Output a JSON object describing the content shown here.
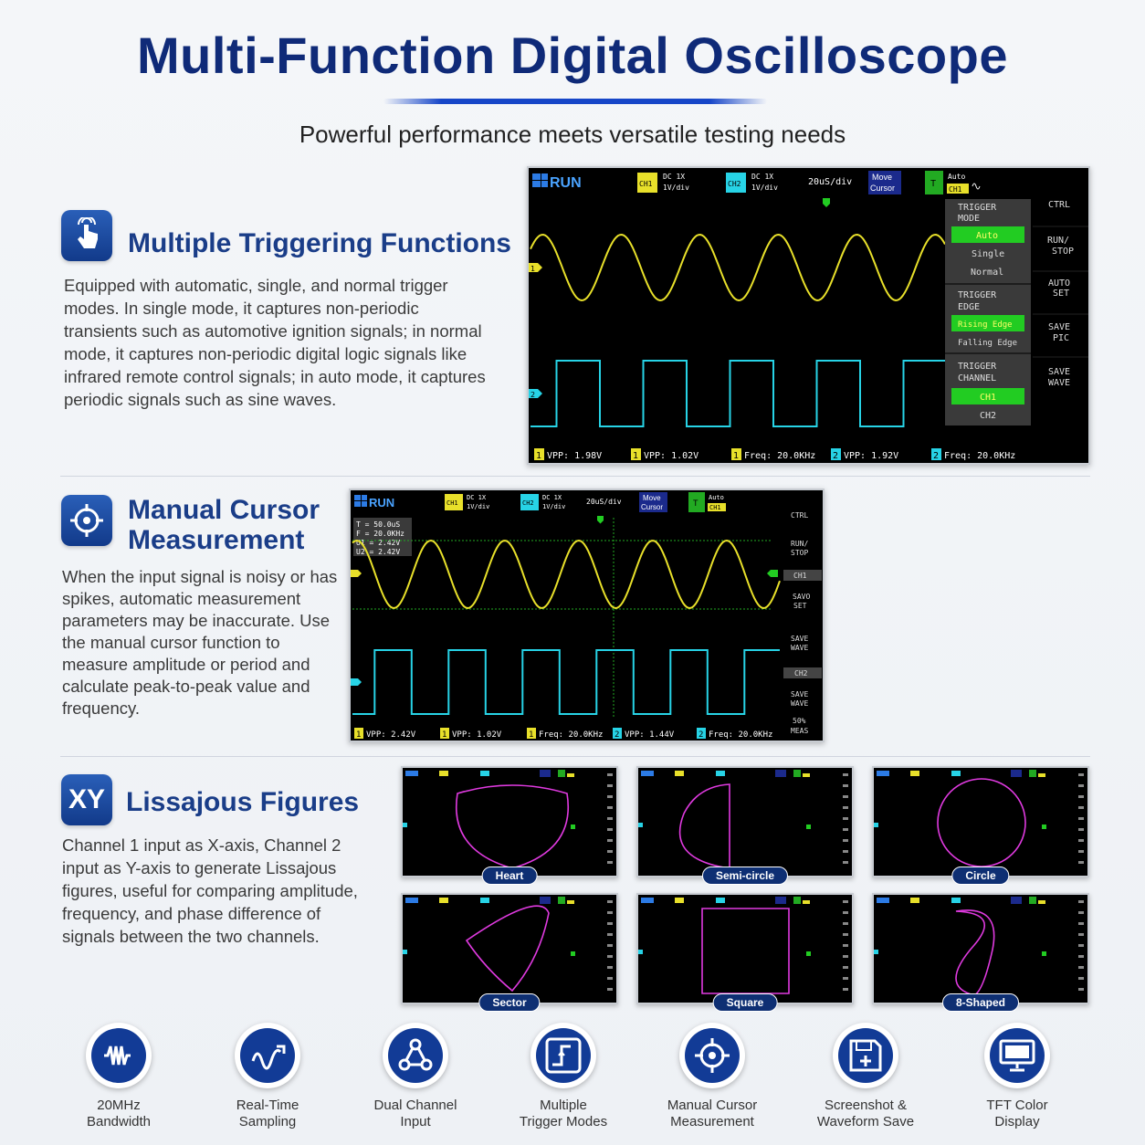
{
  "header": {
    "title": "Multi-Function Digital Oscilloscope",
    "subtitle": "Powerful performance meets versatile testing needs"
  },
  "colors": {
    "accent": "#1a3d88",
    "icon_bg": "#123b96",
    "ch1": "#e8e02a",
    "ch2": "#27d3e6",
    "xy": "#e03ae0",
    "menu_active": "#22cc22"
  },
  "sections": {
    "trigger": {
      "icon": "pointer-hand-icon",
      "title": "Multiple Triggering Functions",
      "body": "Equipped with automatic, single, and normal trigger modes. In single mode, it captures non-periodic transients such as automotive ignition signals; in normal mode, it captures non-periodic digital logic signals like infrared remote control signals; in auto mode, it captures periodic signals such as sine waves."
    },
    "cursor": {
      "icon": "crosshair-icon",
      "title_line1": "Manual Cursor",
      "title_line2": "Measurement",
      "body": "When the input signal is noisy or has spikes, automatic measurement parameters may be inaccurate. Use the manual cursor function to measure amplitude or period and calculate peak-to-peak value and frequency."
    },
    "lissajous": {
      "icon_text": "XY",
      "title": "Lissajous Figures",
      "body": "Channel 1 input as X-axis, Channel 2 input as Y-axis to generate Lissajous figures, useful for comparing amplitude, frequency, and phase difference of signals between the two channels."
    }
  },
  "scope1": {
    "run": "RUN",
    "ch1": {
      "tag": "CH1",
      "coupling": "DC  1X",
      "scale": "1V/div"
    },
    "ch2": {
      "tag": "CH2",
      "coupling": "DC  1X",
      "scale": "1V/div"
    },
    "timebase": "20uS/div",
    "move_line1": "Move",
    "move_line2": "Cursor",
    "trig_tag": "T",
    "trig_mode": "Auto",
    "trig_ch": "CH1",
    "menu": {
      "mode_title1": "TRIGGER",
      "mode_title2": "MODE",
      "auto": "Auto",
      "single": "Single",
      "normal": "Normal",
      "edge_title1": "TRIGGER",
      "edge_title2": "EDGE",
      "rising": "Rising Edge",
      "falling": "Falling Edge",
      "chan_title1": "TRIGGER",
      "chan_title2": "CHANNEL",
      "ch1": "CH1",
      "ch2": "CH2"
    },
    "side": [
      "CTRL",
      "RUN/",
      "STOP",
      "AUTO",
      "SET",
      "SAVE",
      "PIC",
      "SAVE",
      "WAVE"
    ],
    "meas": [
      {
        "ch": "1",
        "text": "VPP: 1.98V"
      },
      {
        "ch": "1",
        "text": "VPP: 1.02V"
      },
      {
        "ch": "1",
        "text": "Freq: 20.0KHz"
      },
      {
        "ch": "2",
        "text": "VPP: 1.92V"
      },
      {
        "ch": "2",
        "text": "Freq: 20.0KHz"
      }
    ]
  },
  "scope2": {
    "run": "RUN",
    "ch1": {
      "tag": "CH1",
      "coupling": "DC  1X",
      "scale": "1V/div"
    },
    "ch2": {
      "tag": "CH2",
      "coupling": "DC  1X",
      "scale": "1V/div"
    },
    "timebase": "20uS/div",
    "move_line1": "Move",
    "move_line2": "Cursor",
    "trig_tag": "T",
    "trig_mode": "Auto",
    "trig_ch": "CH1",
    "cursor_readout": [
      "T  = 50.0uS",
      "F  = 20.0KHz",
      "U1 = 2.42V",
      "U2 = 2.42V"
    ],
    "side": [
      "CTRL",
      "RUN/",
      "STOP",
      "CH1",
      "SAVO",
      "SET",
      "SAVE",
      "WAVE",
      "CH2",
      "SAVE",
      "WAVE",
      "50%",
      "MEAS"
    ],
    "meas": [
      {
        "ch": "1",
        "text": "VPP: 2.42V"
      },
      {
        "ch": "1",
        "text": "VPP: 1.02V"
      },
      {
        "ch": "1",
        "text": "Freq: 20.0KHz"
      },
      {
        "ch": "2",
        "text": "VPP: 1.44V"
      },
      {
        "ch": "2",
        "text": "Freq: 20.0KHz"
      }
    ]
  },
  "lissajous_figures": [
    "Heart",
    "Semi-circle",
    "Circle",
    "Sector",
    "Square",
    "8-Shaped"
  ],
  "features": [
    {
      "icon": "waveform-icon",
      "line1": "20MHz",
      "line2": "Bandwidth"
    },
    {
      "icon": "realtime-wave-icon",
      "line1": "Real-Time",
      "line2": "Sampling"
    },
    {
      "icon": "dual-channel-icon",
      "line1": "Dual Channel",
      "line2": "Input"
    },
    {
      "icon": "trigger-step-icon",
      "line1": "Multiple",
      "line2": "Trigger Modes"
    },
    {
      "icon": "crosshair-icon",
      "line1": "Manual Cursor",
      "line2": "Measurement"
    },
    {
      "icon": "save-icon",
      "line1": "Screenshot &",
      "line2": "Waveform Save"
    },
    {
      "icon": "monitor-icon",
      "line1": "TFT Color",
      "line2": "Display"
    }
  ]
}
